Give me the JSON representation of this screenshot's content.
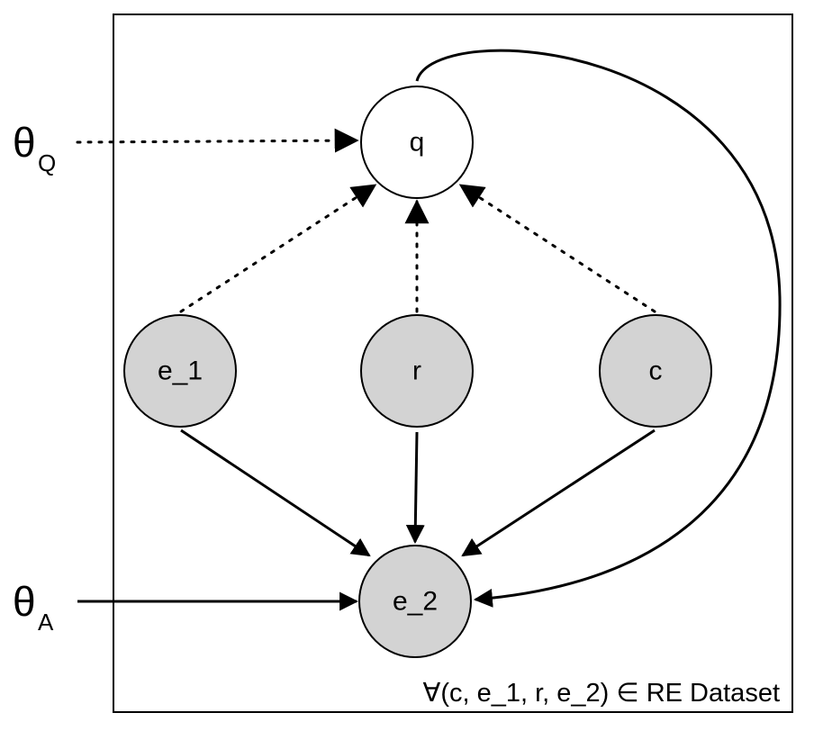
{
  "plate": {
    "caption": "∀(c, e_1, r, e_2) ∈ RE Dataset"
  },
  "parameters": {
    "theta_q": {
      "symbol": "θ",
      "subscript": "Q"
    },
    "theta_a": {
      "symbol": "θ",
      "subscript": "A"
    }
  },
  "nodes": {
    "q": {
      "label": "q",
      "observed": false
    },
    "e1": {
      "label": "e_1",
      "observed": true
    },
    "r": {
      "label": "r",
      "observed": true
    },
    "c": {
      "label": "c",
      "observed": true
    },
    "e2": {
      "label": "e_2",
      "observed": true
    }
  },
  "colors": {
    "observed_fill": "#d3d3d3",
    "latent_fill": "#ffffff",
    "stroke": "#000000"
  }
}
